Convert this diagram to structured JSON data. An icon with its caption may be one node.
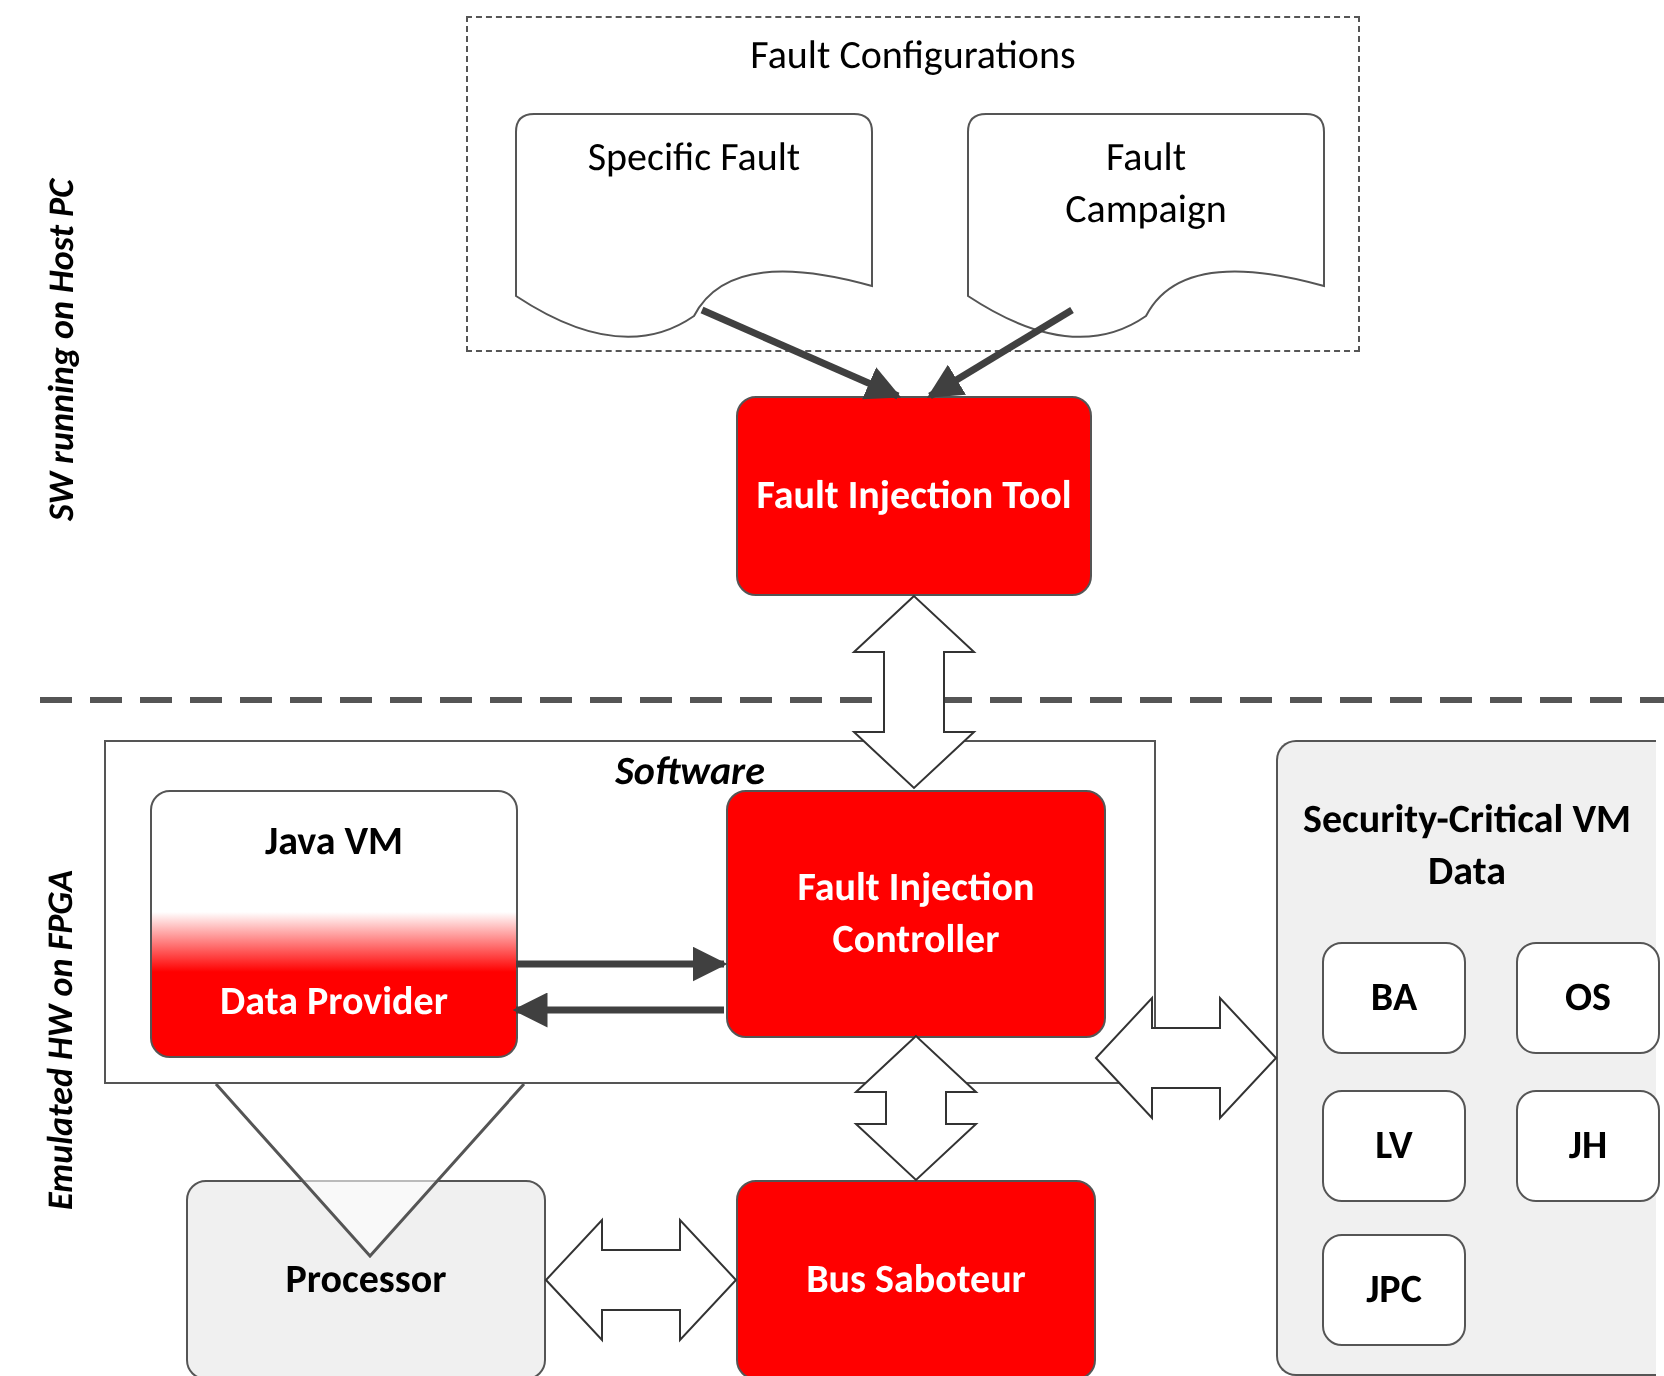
{
  "diagram": {
    "nodes": [
      {
        "text": [
          "Fault Configurations"
        ]
      },
      {
        "text": [
          "Specific Fault"
        ],
        "in": 0
      },
      {
        "text": [
          "Fault Campaign"
        ],
        "in": 0
      },
      {
        "text": [
          "Fault Injection Tool"
        ]
      },
      {
        "text": [
          "Software"
        ]
      },
      {
        "text": [
          "Java VM",
          "Data Provider"
        ],
        "in": 4
      },
      {
        "text": [
          "Fault Injection Controller"
        ],
        "in": 4
      },
      {
        "text": [
          "Processor"
        ]
      },
      {
        "text": [
          "Bus Saboteur"
        ]
      },
      {
        "text": [
          "Security-Critical VM Data"
        ]
      },
      {
        "text": [
          "BA"
        ],
        "in": 9
      },
      {
        "text": [
          "OS"
        ],
        "in": 9
      },
      {
        "text": [
          "LV"
        ],
        "in": 9
      },
      {
        "text": [
          "JH"
        ],
        "in": 9
      },
      {
        "text": [
          "JPC"
        ],
        "in": 9
      }
    ],
    "edges": [
      {
        "from": 1,
        "to": 3,
        "arrow": "to"
      },
      {
        "from": 2,
        "to": 3,
        "arrow": "to"
      },
      {
        "from": 3,
        "to": 6,
        "arrow": "both",
        "style": "thick"
      },
      {
        "from": 5,
        "to": 6,
        "arrow": "to"
      },
      {
        "from": 6,
        "to": 5,
        "arrow": "to"
      },
      {
        "from": 6,
        "to": 8,
        "arrow": "both",
        "style": "thick"
      },
      {
        "from": 7,
        "to": 8,
        "arrow": "both",
        "style": "thick"
      },
      {
        "from": 8,
        "to": 9,
        "arrow": "both",
        "style": "thick"
      }
    ],
    "labels": [
      "SW running on Host PC",
      "Emulated HW on FPGA"
    ]
  }
}
